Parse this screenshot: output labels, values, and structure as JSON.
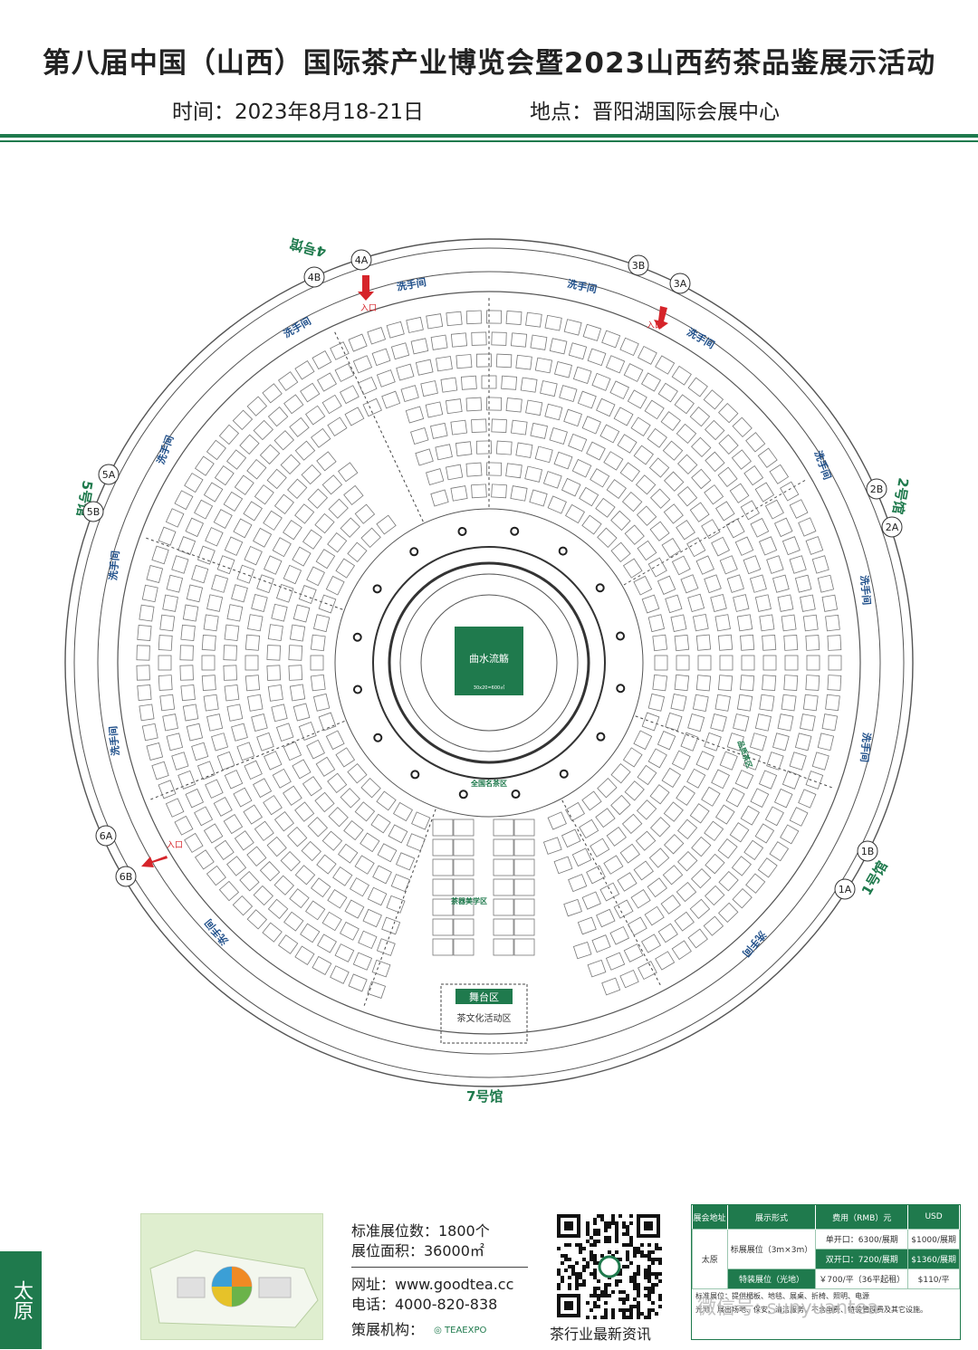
{
  "header": {
    "title": "第八届中国（山西）国际茶产业博览会暨2023山西药茶品鉴展示活动",
    "time": "时间：2023年8月18-21日",
    "place": "地点：晋阳湖国际会展中心"
  },
  "halls": {
    "hall1": "1号馆",
    "hall2": "2号馆",
    "hall4": "4号馆",
    "hall5": "5号馆",
    "hall7": "7号馆"
  },
  "entrances": [
    "1A",
    "1B",
    "2A",
    "2B",
    "3A",
    "3B",
    "4A",
    "4B",
    "5A",
    "5B",
    "6A",
    "6B"
  ],
  "restroom_label": "洗手间",
  "entrance_label": "入口",
  "center": {
    "name": "曲水流觞",
    "size": "30x20=600㎡"
  },
  "zones": {
    "stage": "舞台区",
    "tea_culture": "茶文化活动区",
    "famous_tea_national": "全国名茶区",
    "tea_ware_beauty": "茶器美学区",
    "quality_zone": "品质茶区"
  },
  "footer": {
    "booth_count": "标准展位数：1800个",
    "booth_area": "展位面积：36000㎡",
    "website": "网址：www.goodtea.cc",
    "phone": "电话：4000-820-838",
    "organizer": "策展机构：",
    "organizer_brand": "TEAEXPO",
    "qr_caption": "茶行业最新资讯",
    "tab": "太原",
    "watermark": "微信号: sunyuantea"
  },
  "price_table": {
    "headers": [
      "展会地址",
      "展示形式",
      "费用（RMB）元",
      "USD"
    ],
    "city": "太原",
    "standard_booth": "标展展位（3m×3m）",
    "single_open": "单开口：6300/展期",
    "single_open_usd": "$1000/展期",
    "double_open": "双开口：7200/展期",
    "double_open_usd": "$1360/展期",
    "raw_space": "特装展位（光地）",
    "raw_space_price": "￥700/平（36平起租）",
    "raw_space_usd": "$110/平",
    "notes_1": "标准展位：提供楣板、地毯、展桌、折椅、照明、电源",
    "notes_2": "光地：展出场地、保安、清洁服务，不含电费、特装管理费及其它设施。"
  }
}
